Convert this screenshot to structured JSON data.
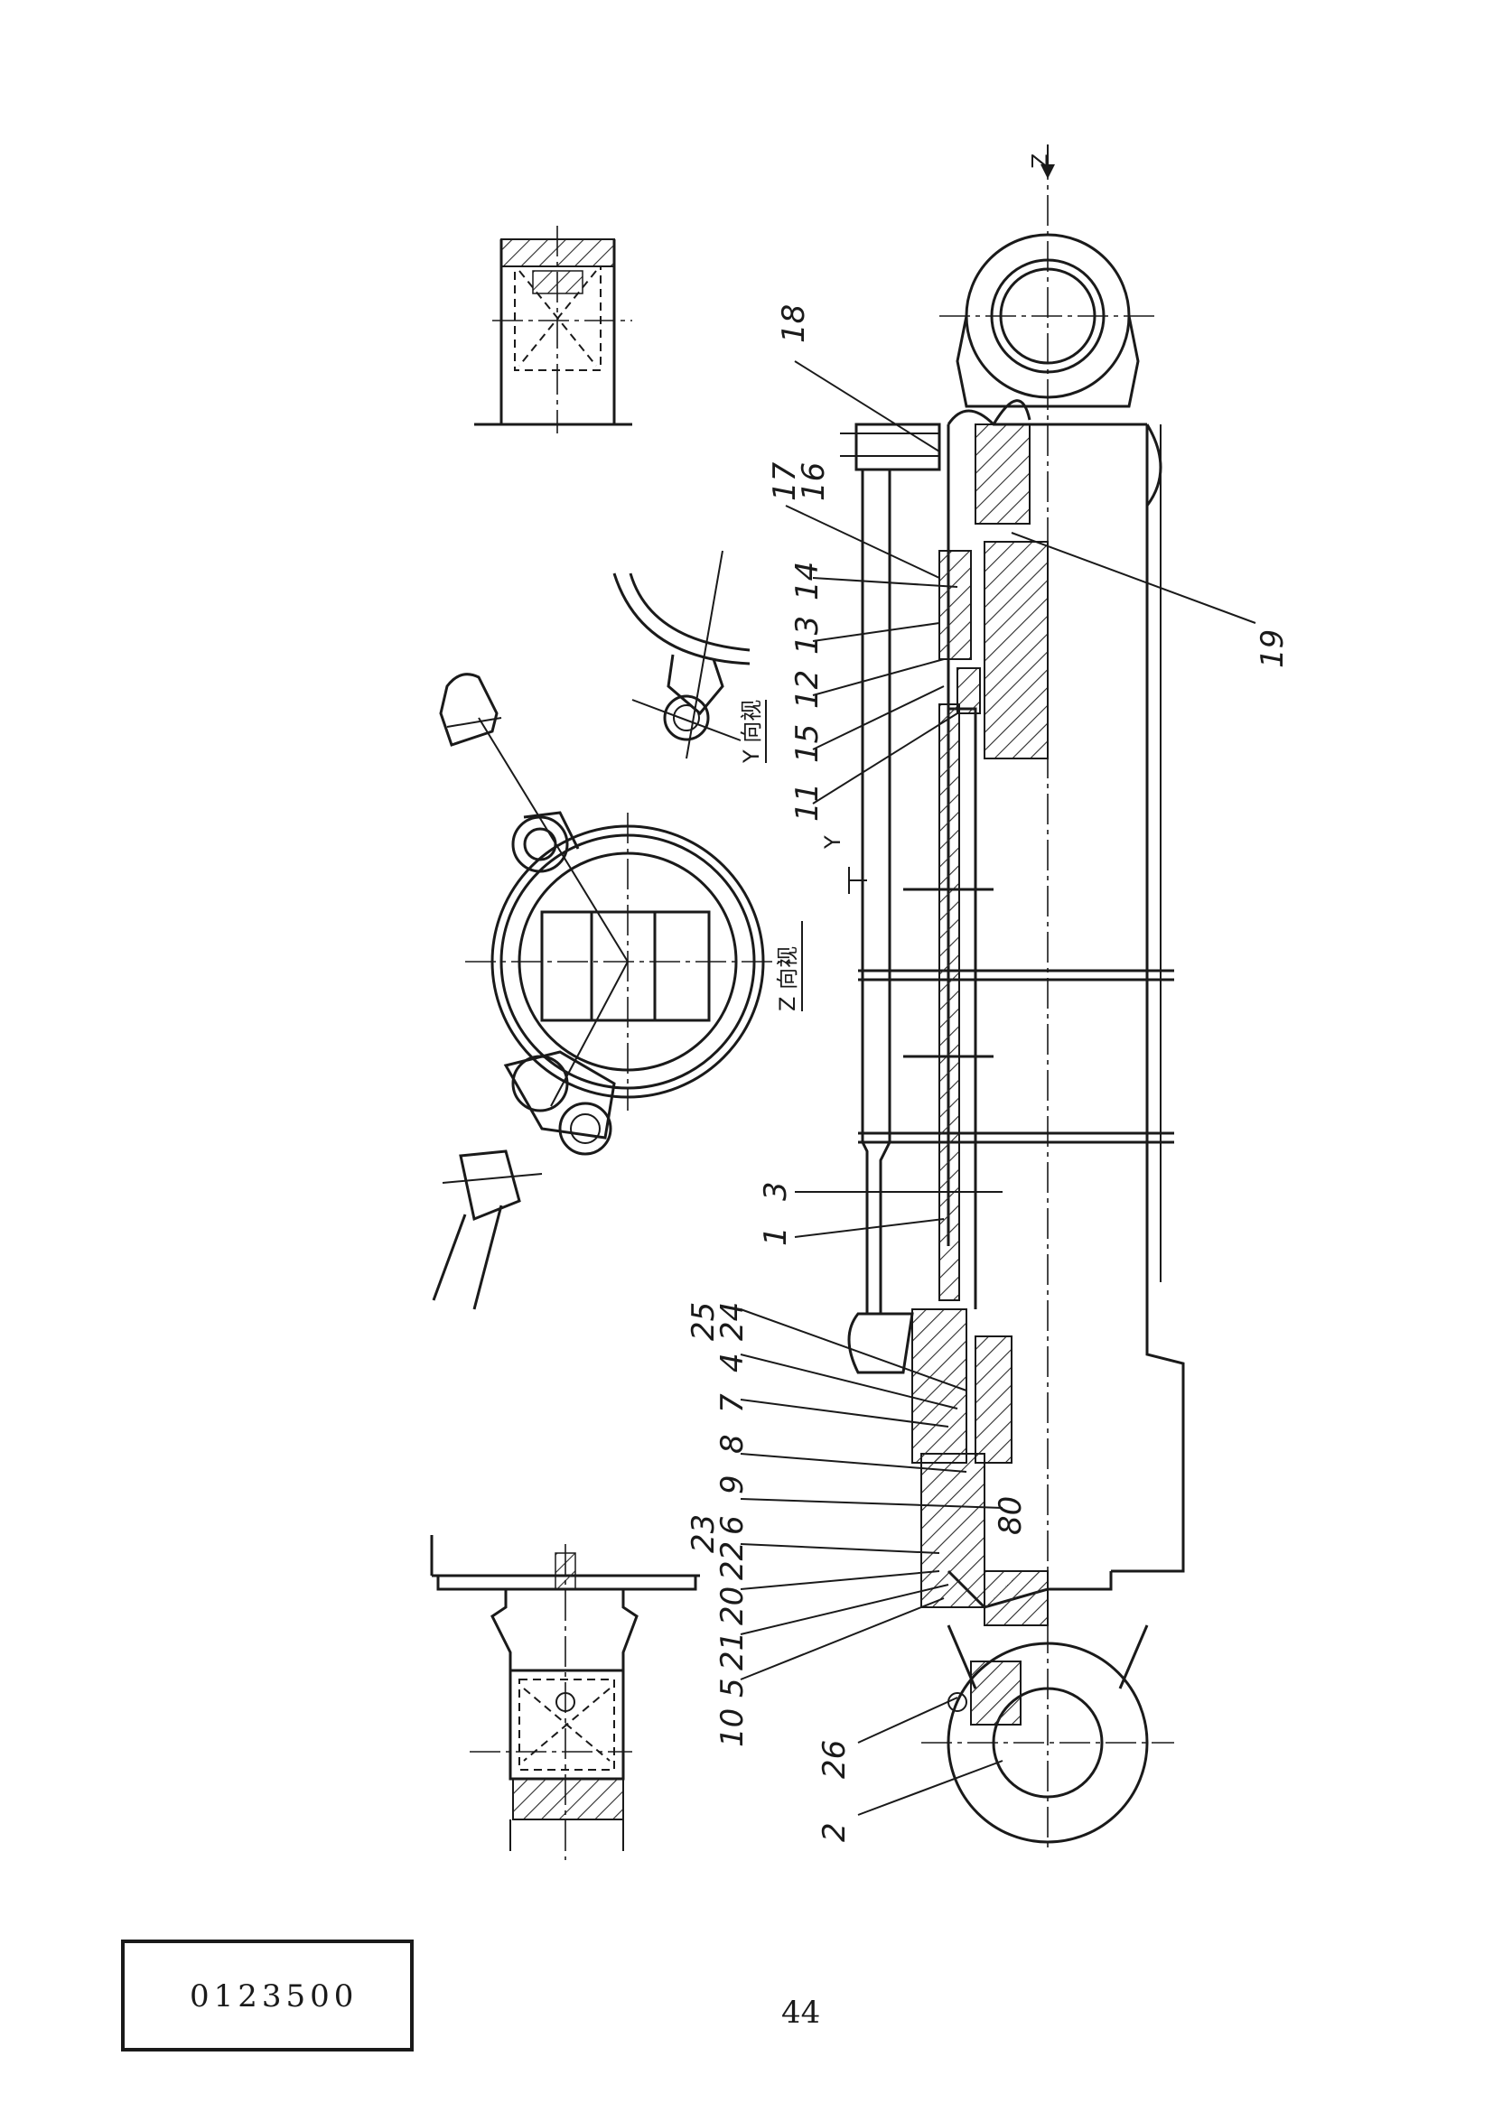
{
  "views": {
    "y_view": "Y 向视",
    "z_view": "Z 向视",
    "z_arrow": "Z",
    "y_arrow": "Y"
  },
  "parts": {
    "p1": "1",
    "p2": "2",
    "p3": "3",
    "p4": "4",
    "p5": "5",
    "p6": "6",
    "p7": "7",
    "p8": "8",
    "p9": "9",
    "p10": "10",
    "p11": "11",
    "p12": "12",
    "p13": "13",
    "p14": "14",
    "p15": "15",
    "p16": "16",
    "p17": "17",
    "p18": "18",
    "p19": "19",
    "p20": "20",
    "p21": "21",
    "p22": "22",
    "p23": "23",
    "p24": "24",
    "p25": "25",
    "p26": "26"
  },
  "handwritten_note": "80",
  "drawing_code": "0123500",
  "page_number": "44",
  "colors": {
    "ink": "#1a1a1a",
    "paper": "#ffffff",
    "hatch": "#2a2a2a"
  }
}
